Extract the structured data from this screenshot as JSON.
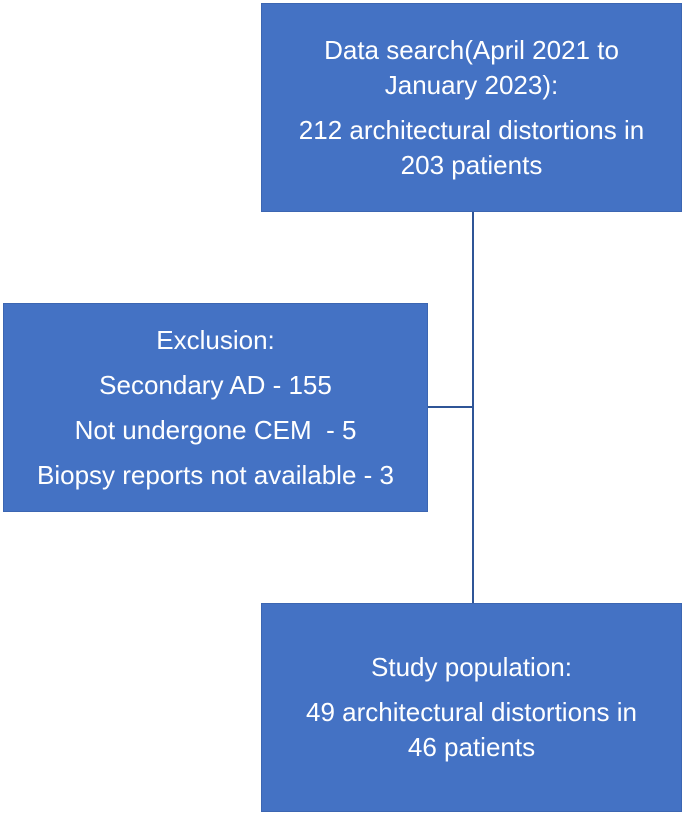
{
  "flowchart": {
    "colors": {
      "box_fill": "#4472C4",
      "box_border": "#3C66B2",
      "connector": "#2F5597",
      "text": "#FFFFFF",
      "background": "#FFFFFF"
    },
    "boxes": {
      "data_search": {
        "paragraphs": [
          {
            "lines": [
              "Data search(April 2021 to",
              "January 2023):"
            ]
          },
          {
            "lines": [
              "212 architectural distortions in",
              "203 patients"
            ]
          }
        ]
      },
      "exclusion": {
        "paragraphs": [
          {
            "lines": [
              "Exclusion:"
            ]
          },
          {
            "lines": [
              "Secondary AD - 155"
            ]
          },
          {
            "lines": [
              "Not undergone CEM  - 5"
            ]
          },
          {
            "lines": [
              "Biopsy reports not available - 3"
            ]
          }
        ]
      },
      "study_population": {
        "paragraphs": [
          {
            "lines": [
              "Study population:"
            ]
          },
          {
            "lines": [
              "49 architectural distortions in",
              "46 patients"
            ]
          }
        ]
      }
    }
  }
}
